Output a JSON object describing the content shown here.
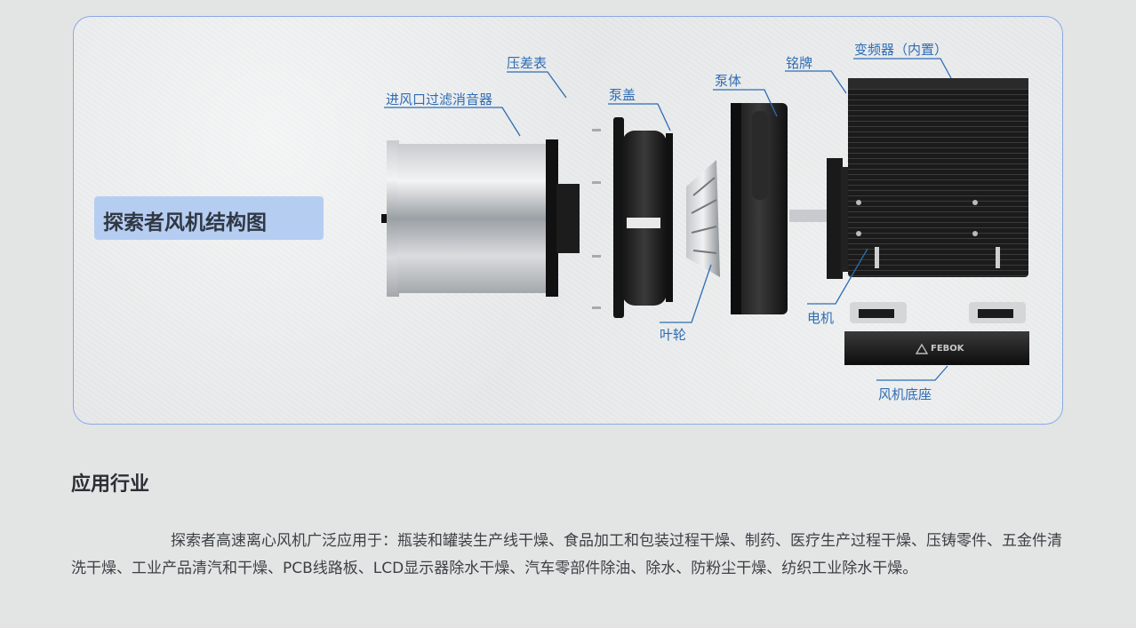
{
  "diagram": {
    "title": "探索者风机结构图",
    "labels": {
      "pressure_gauge": "压差表",
      "inlet_filter_silencer": "进风口过滤消音器",
      "pump_cover": "泵盖",
      "pump_body": "泵体",
      "nameplate": "铭牌",
      "inverter_builtin": "变频器（内置）",
      "impeller": "叶轮",
      "motor": "电机",
      "fan_base": "风机底座"
    },
    "brand_logo_text": "FEBOK"
  },
  "industries": {
    "heading": "应用行业",
    "paragraph": "探索者高速离心风机广泛应用于：瓶装和罐装生产线干燥、食品加工和包装过程干燥、制药、医疗生产过程干燥、压铸零件、五金件清洗干燥、工业产品清汽和干燥、PCB线路板、LCD显示器除水干燥、汽车零部件除油、除水、防粉尘干燥、纺织工业除水干燥。"
  },
  "colors": {
    "panel_border": "#8aa9e6",
    "label_blue": "#2f6cb4",
    "title_box": "#b6cdf2"
  }
}
